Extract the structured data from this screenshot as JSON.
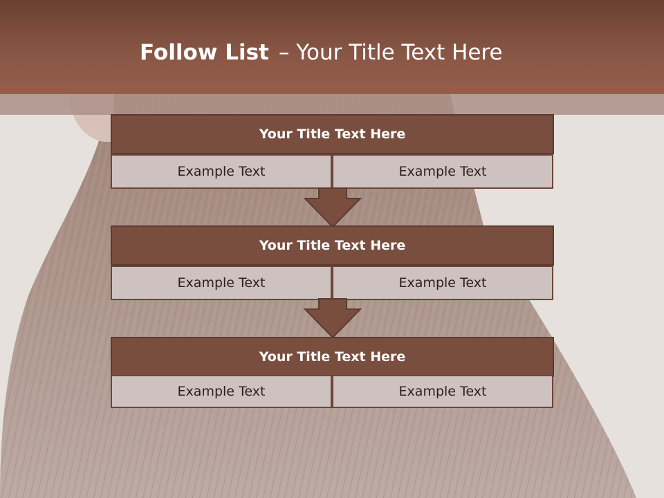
{
  "slide": {
    "title_bold": "Follow List",
    "title_rest": "– Your Title Text Here"
  },
  "blocks": [
    {
      "title": "Your Title Text Here",
      "left": "Example Text",
      "right": "Example Text"
    },
    {
      "title": "Your Title Text Here",
      "left": "Example Text",
      "right": "Example Text"
    },
    {
      "title": "Your Title Text Here",
      "left": "Example Text",
      "right": "Example Text"
    }
  ],
  "colors": {
    "header": "#8a5746",
    "block_title": "#7a4e3f",
    "block_cell": "#cdc2bf",
    "arrow": "#7a4e3f"
  }
}
